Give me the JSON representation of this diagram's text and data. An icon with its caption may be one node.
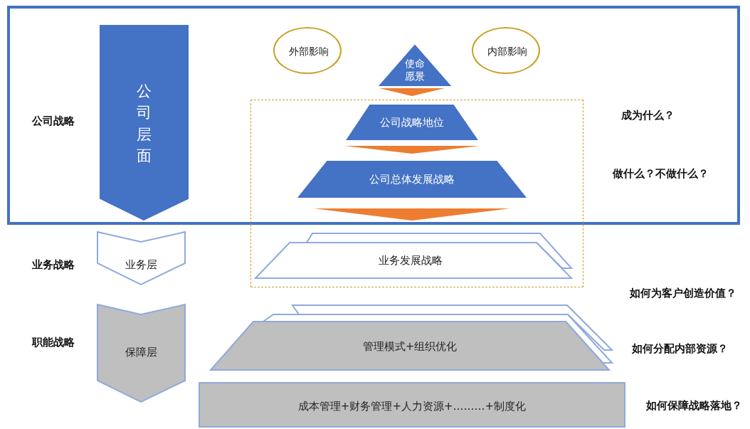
{
  "diagram": {
    "nodes": [
      {
        "text": [],
        "shape": "box"
      },
      {
        "text": [
          "公司层面"
        ],
        "in": 0
      },
      {
        "text": [
          "外部影响"
        ],
        "in": 0
      },
      {
        "text": [
          "使命愿景"
        ],
        "in": 0
      },
      {
        "text": [
          "内部影响"
        ],
        "in": 0
      },
      {
        "text": [],
        "shape": "box"
      },
      {
        "text": [
          "公司战略地位"
        ]
      },
      {
        "text": [
          "公司总体发展战略"
        ]
      },
      {
        "text": [
          "业务层"
        ]
      },
      {
        "text": [
          "业务发展战略"
        ],
        "in": 5
      },
      {
        "text": [
          "保障层"
        ]
      },
      {
        "text": [
          "管理模式+组织优化"
        ]
      },
      {
        "text": [
          "成本管理+财务管理+人力资源+………+制度化"
        ]
      }
    ],
    "edges": [
      {
        "from": 3,
        "to": 6,
        "arrow": "to"
      },
      {
        "from": 6,
        "to": 7,
        "arrow": "to"
      },
      {
        "from": 7,
        "to": 9,
        "arrow": "to"
      }
    ],
    "labels": [
      "成为什么？",
      "公司战略",
      "做什么？不做什么？",
      "业务战略",
      "如何为客户创造价值？",
      "职能战略",
      "如何分配内部资源？",
      "如何保障战略落地？"
    ]
  }
}
